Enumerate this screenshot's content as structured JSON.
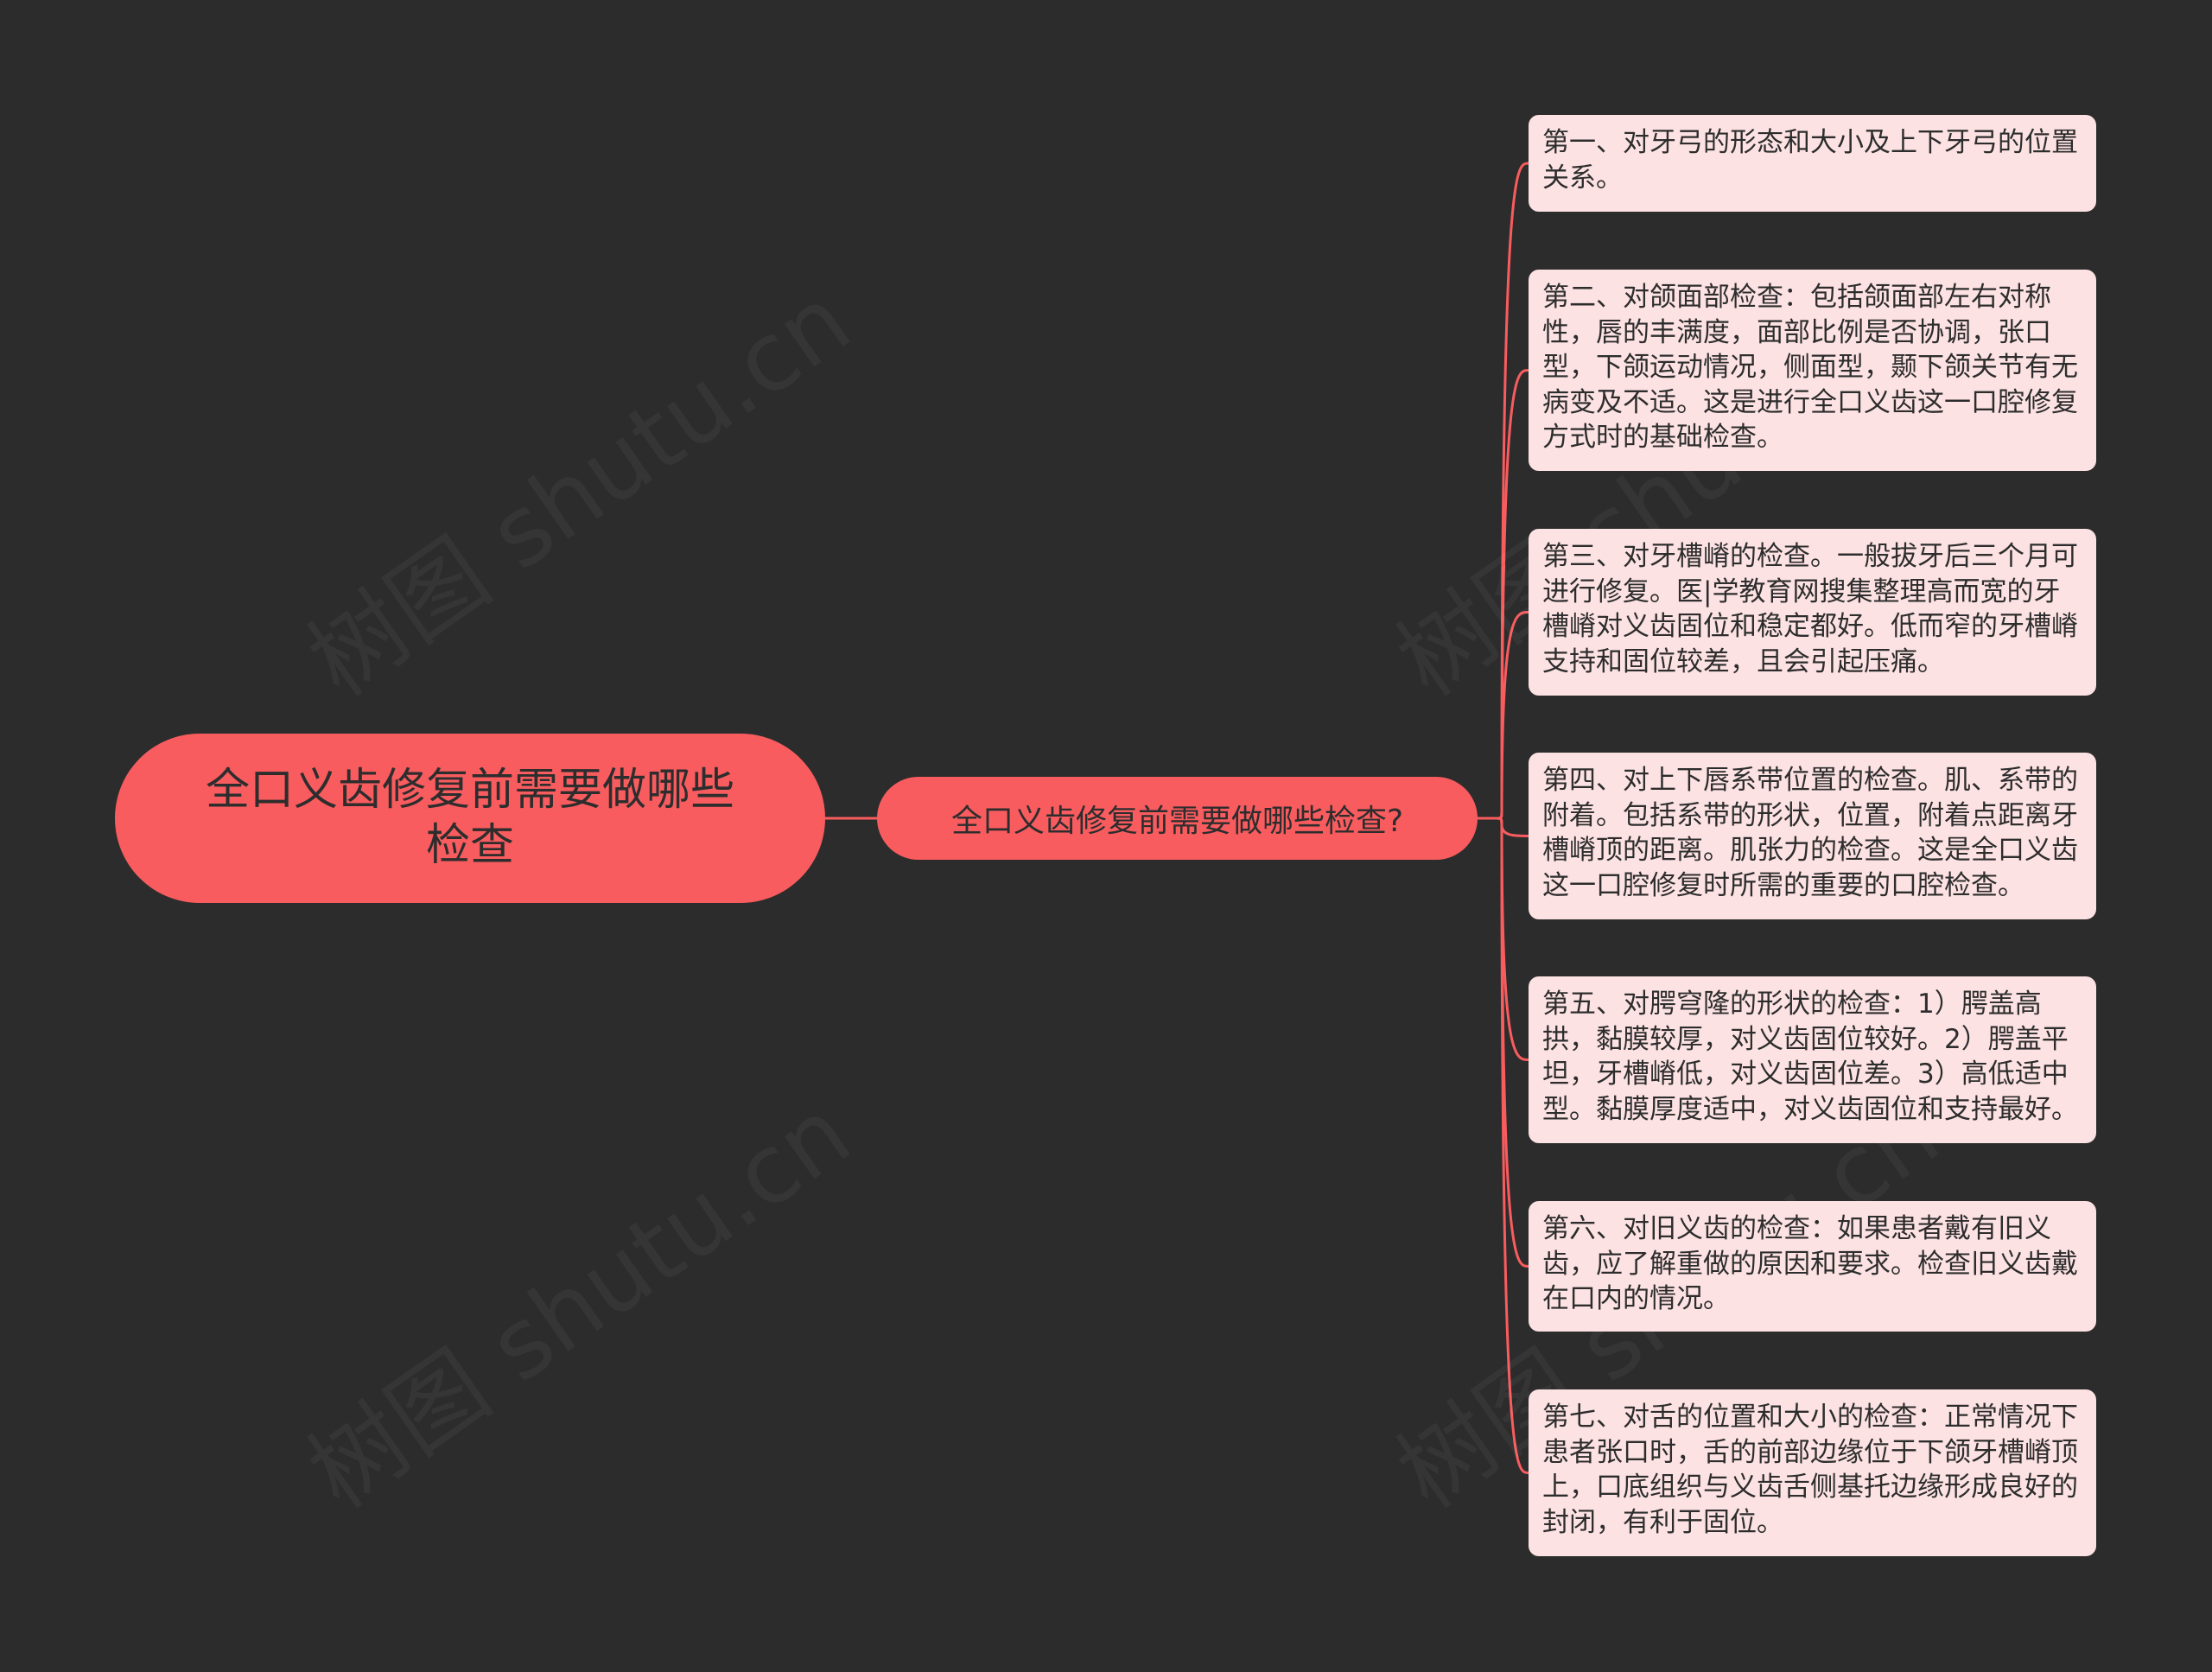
{
  "root": {
    "title": "全口义齿修复前需要做哪些检查"
  },
  "branch": {
    "label": "全口义齿修复前需要做哪些检查?"
  },
  "leaves": [
    {
      "text": "第一、对牙弓的形态和大小及上下牙弓的位置关系。"
    },
    {
      "text": "第二、对颌面部检查：包括颌面部左右对称性，唇的丰满度，面部比例是否协调，张口型，下颌运动情况，侧面型，颞下颌关节有无病变及不适。这是进行全口义齿这一口腔修复方式时的基础检查。"
    },
    {
      "text": "第三、对牙槽嵴的检查。一般拔牙后三个月可进行修复。医|学教育网搜集整理高而宽的牙槽嵴对义齿固位和稳定都好。低而窄的牙槽嵴支持和固位较差，且会引起压痛。"
    },
    {
      "text": "第四、对上下唇系带位置的检查。肌、系带的附着。包括系带的形状，位置，附着点距离牙槽嵴顶的距离。肌张力的检查。这是全口义齿这一口腔修复时所需的重要的口腔检查。"
    },
    {
      "text": "第五、对腭穹隆的形状的检查：1）腭盖高拱，黏膜较厚，对义齿固位较好。2）腭盖平坦，牙槽嵴低，对义齿固位差。3）高低适中型。黏膜厚度适中，对义齿固位和支持最好。"
    },
    {
      "text": "第六、对旧义齿的检查：如果患者戴有旧义齿，应了解重做的原因和要求。检查旧义齿戴在口内的情况。"
    },
    {
      "text": "第七、对舌的位置和大小的检查：正常情况下患者张口时，舌的前部边缘位于下颌牙槽嵴顶上，口底组织与义齿舌侧基托边缘形成良好的封闭，有利于固位。"
    }
  ],
  "watermark": {
    "text": "树图 shutu.cn"
  },
  "colors": {
    "background": "#2c2c2c",
    "node_fill": "#f95c5f",
    "leaf_fill": "#fde2e3",
    "connector": "#f95c5f",
    "text": "#2d2d2d"
  }
}
